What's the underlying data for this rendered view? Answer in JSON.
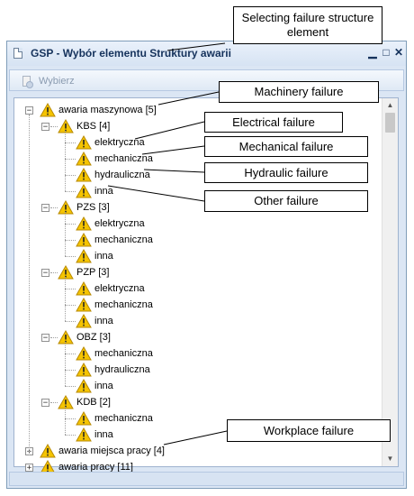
{
  "window": {
    "title": "GSP - Wybór elementu Struktury awarii",
    "minimize": "▁",
    "maximize": "□",
    "close": "✕"
  },
  "toolbar": {
    "select_label": "Wybierz"
  },
  "tree": {
    "machinery": "awaria maszynowa [5]",
    "kbs": "KBS [4]",
    "kbs_items": [
      "elektryczna",
      "mechaniczna",
      "hydrauliczna",
      "inna"
    ],
    "pzs": "PZS [3]",
    "pzs_items": [
      "elektryczna",
      "mechaniczna",
      "inna"
    ],
    "pzp": "PZP [3]",
    "pzp_items": [
      "elektryczna",
      "mechaniczna",
      "inna"
    ],
    "obz": "OBZ [3]",
    "obz_items": [
      "mechaniczna",
      "hydrauliczna",
      "inna"
    ],
    "kdb": "KDB [2]",
    "kdb_items": [
      "mechaniczna",
      "inna"
    ],
    "workplace": "awaria miejsca pracy [4]",
    "partial": "awaria pracy [11]"
  },
  "callouts": {
    "title_note": "Selecting failure structure element",
    "machinery": "Machinery failure",
    "electrical": "Electrical failure",
    "mechanical": "Mechanical failure",
    "hydraulic": "Hydraulic failure",
    "other": "Other failure",
    "workplace": "Workplace failure"
  },
  "colors": {
    "warning": "#f5c400",
    "title_text": "#15325c",
    "frame": "#dbe6f4"
  }
}
